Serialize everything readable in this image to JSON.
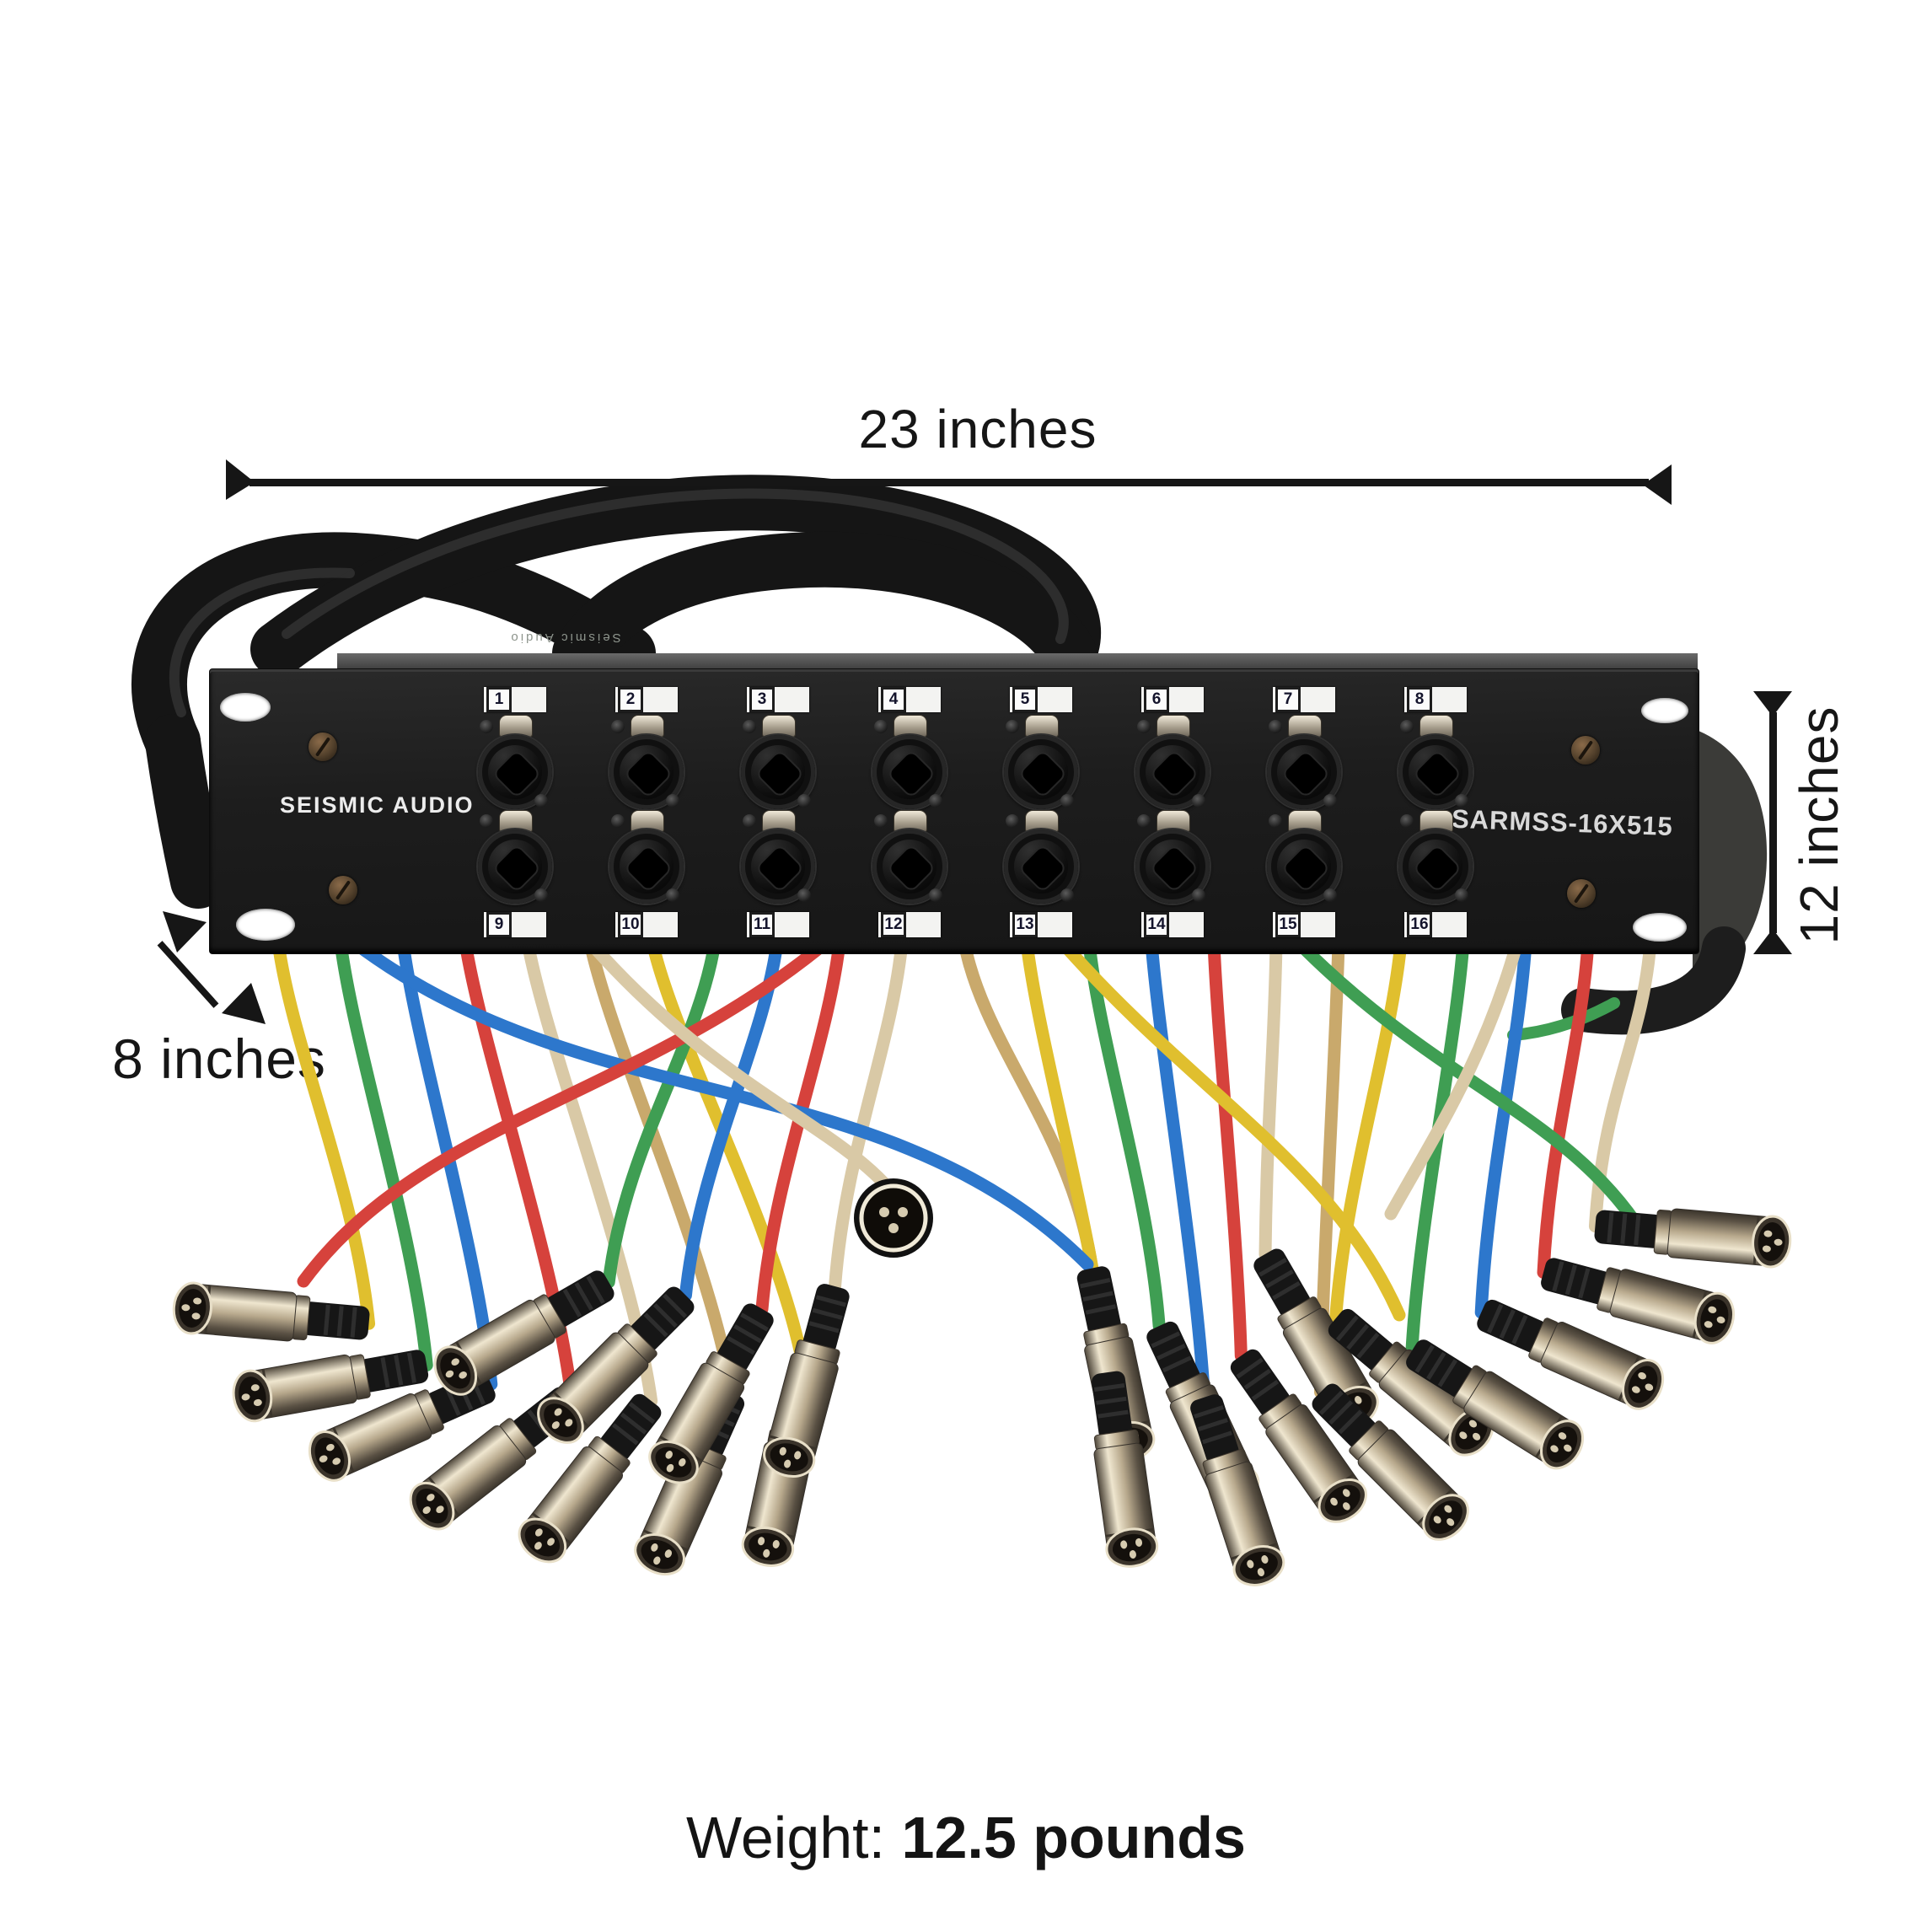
{
  "annotations": {
    "width_label": "23 inches",
    "height_label": "12 inches",
    "depth_label": "8 inches",
    "weight_label": "Weight:",
    "weight_value": "12.5 pounds"
  },
  "panel": {
    "brand": "SEISMIC AUDIO",
    "model": "SARMSS-16X515",
    "cable_print": "Seismic Audio",
    "channels_top": [
      "1",
      "2",
      "3",
      "4",
      "5",
      "6",
      "7",
      "8"
    ],
    "channels_bottom": [
      "9",
      "10",
      "11",
      "12",
      "13",
      "14",
      "15",
      "16"
    ]
  },
  "colors": {
    "annotation_ink": "#161616",
    "panel_black": "#1d1d1d",
    "label_white": "#f3f3f1",
    "trunk_black": "#151515",
    "trunk_gray": "#3b3b38",
    "wire_yellow": "#e0bf2e",
    "wire_green": "#3f9e53",
    "wire_blue": "#2d77cc",
    "wire_red": "#d6423c",
    "wire_tan": "#d9c9a6",
    "wire_gold": "#c9a96c",
    "metal_light": "#efe6cf",
    "metal_mid": "#b7a88c",
    "metal_dark": "#4e463a",
    "boot_black": "#161616"
  }
}
